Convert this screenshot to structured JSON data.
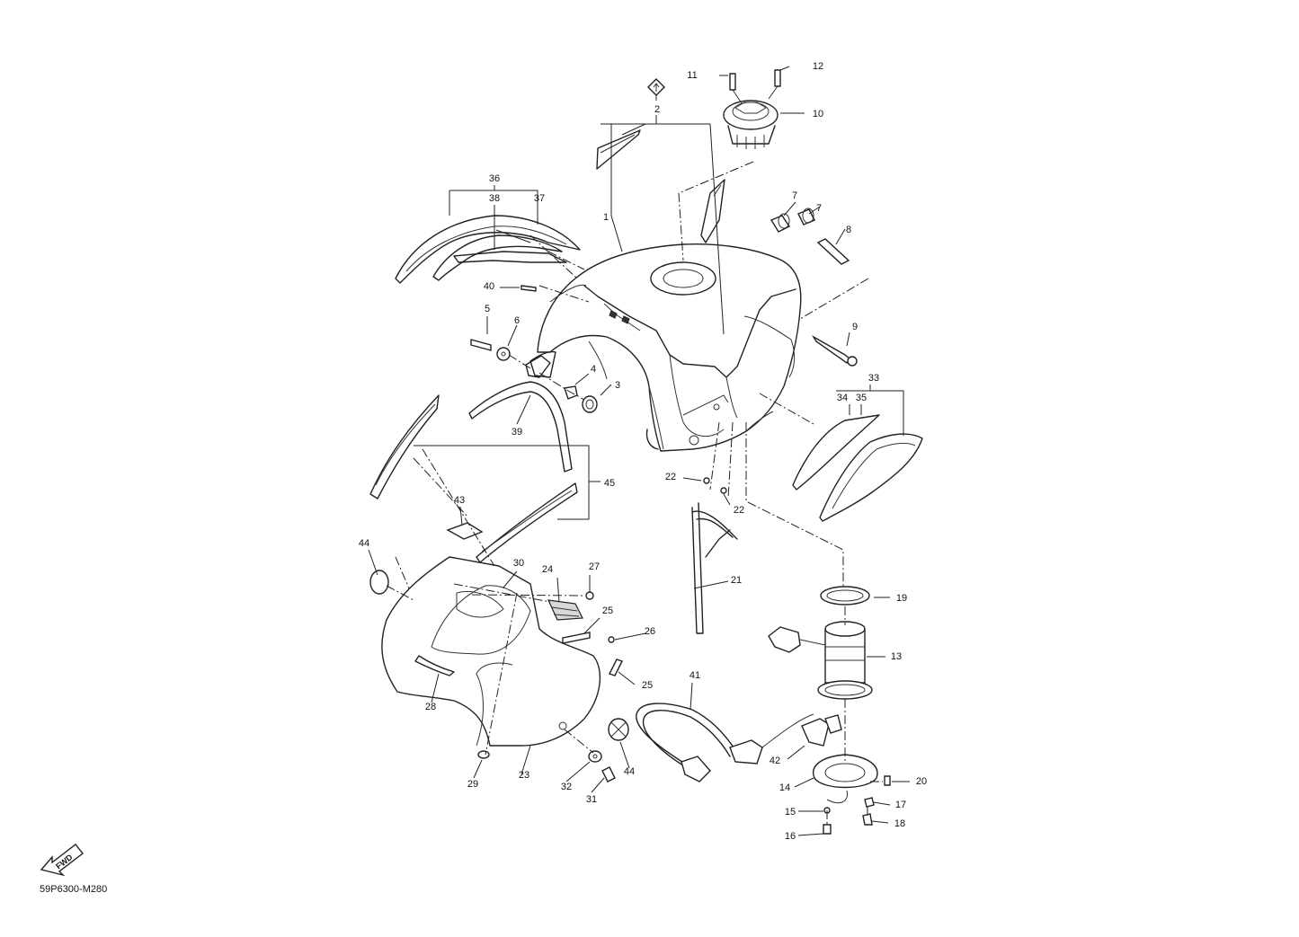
{
  "diagram": {
    "callouts": {
      "c1": "1",
      "c2": "2",
      "c3": "3",
      "c4": "4",
      "c5": "5",
      "c6": "6",
      "c7a": "7",
      "c7b": "7",
      "c8": "8",
      "c9": "9",
      "c10": "10",
      "c11": "11",
      "c12": "12",
      "c13": "13",
      "c14": "14",
      "c15": "15",
      "c16": "16",
      "c17": "17",
      "c18": "18",
      "c19": "19",
      "c20": "20",
      "c21": "21",
      "c22a": "22",
      "c22b": "22",
      "c23": "23",
      "c24": "24",
      "c25a": "25",
      "c25b": "25",
      "c26": "26",
      "c27": "27",
      "c28": "28",
      "c29": "29",
      "c30": "30",
      "c31": "31",
      "c32": "32",
      "c33": "33",
      "c34": "34",
      "c35": "35",
      "c36": "36",
      "c37": "37",
      "c38": "38",
      "c39": "39",
      "c40": "40",
      "c41": "41",
      "c42": "42",
      "c43": "43",
      "c44a": "44",
      "c44b": "44",
      "c45": "45"
    },
    "fwd_label": "FWD",
    "figure_code": "59P6300-M280"
  }
}
